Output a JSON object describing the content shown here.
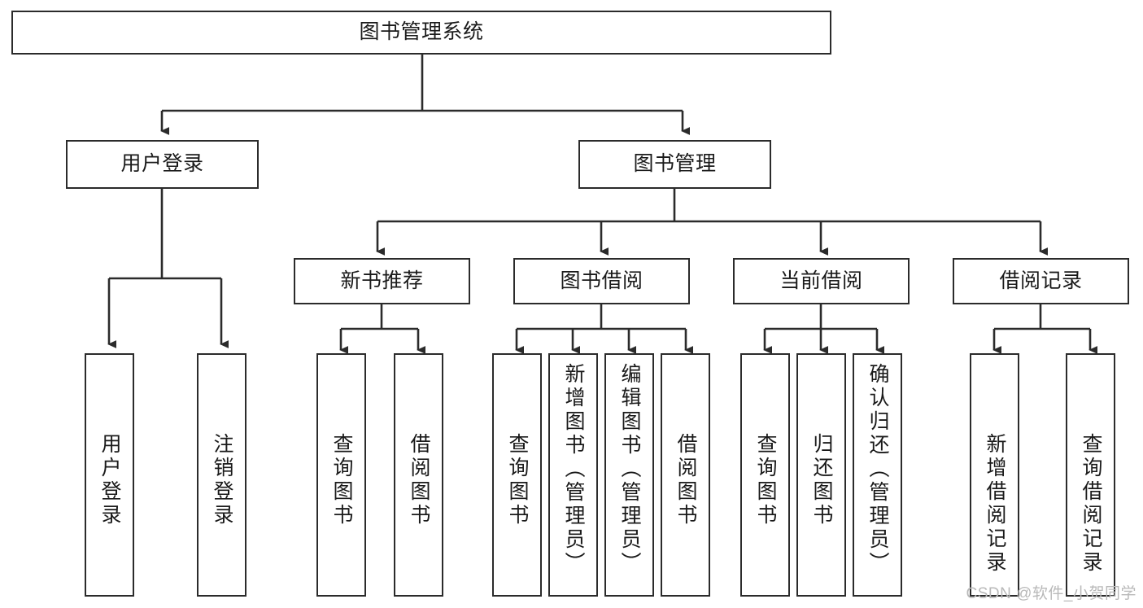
{
  "diagram": {
    "type": "tree-hierarchy",
    "title": "图书管理系统",
    "root": {
      "label": "图书管理系统"
    },
    "level2": [
      {
        "id": "user-login",
        "label": "用户登录"
      },
      {
        "id": "book-management",
        "label": "图书管理"
      }
    ],
    "level3": [
      {
        "id": "new-book-recommend",
        "label": "新书推荐",
        "parent": "book-management"
      },
      {
        "id": "book-borrow",
        "label": "图书借阅",
        "parent": "book-management"
      },
      {
        "id": "current-borrow",
        "label": "当前借阅",
        "parent": "book-management"
      },
      {
        "id": "borrow-record",
        "label": "借阅记录",
        "parent": "book-management"
      }
    ],
    "leaves": [
      {
        "id": "leaf-user-login",
        "label": "用户登录",
        "parent": "user-login"
      },
      {
        "id": "leaf-user-logout",
        "label": "注销登录",
        "parent": "user-login"
      },
      {
        "id": "leaf-query-book-1",
        "label": "查询图书",
        "parent": "new-book-recommend"
      },
      {
        "id": "leaf-borrow-book-1",
        "label": "借阅图书",
        "parent": "new-book-recommend"
      },
      {
        "id": "leaf-query-book-2",
        "label": "查询图书",
        "parent": "book-borrow"
      },
      {
        "id": "leaf-add-book",
        "label": "新增图书（管理员）",
        "parent": "book-borrow"
      },
      {
        "id": "leaf-edit-book",
        "label": "编辑图书（管理员）",
        "parent": "book-borrow"
      },
      {
        "id": "leaf-borrow-book-2",
        "label": "借阅图书",
        "parent": "book-borrow"
      },
      {
        "id": "leaf-query-book-3",
        "label": "查询图书",
        "parent": "current-borrow"
      },
      {
        "id": "leaf-return-book",
        "label": "归还图书",
        "parent": "current-borrow"
      },
      {
        "id": "leaf-confirm-return",
        "label": "确认归还（管理员）",
        "parent": "current-borrow"
      },
      {
        "id": "leaf-add-record",
        "label": "新增借阅记录",
        "parent": "borrow-record"
      },
      {
        "id": "leaf-query-record",
        "label": "查询借阅记录",
        "parent": "borrow-record"
      }
    ],
    "colors": {
      "border": "#2b2b2b",
      "text": "#1a1a1a",
      "background": "#ffffff",
      "connector": "#333333",
      "watermark": "#b9b9b9"
    }
  },
  "watermark": {
    "text": "CSDN @软件_小贺同学"
  }
}
